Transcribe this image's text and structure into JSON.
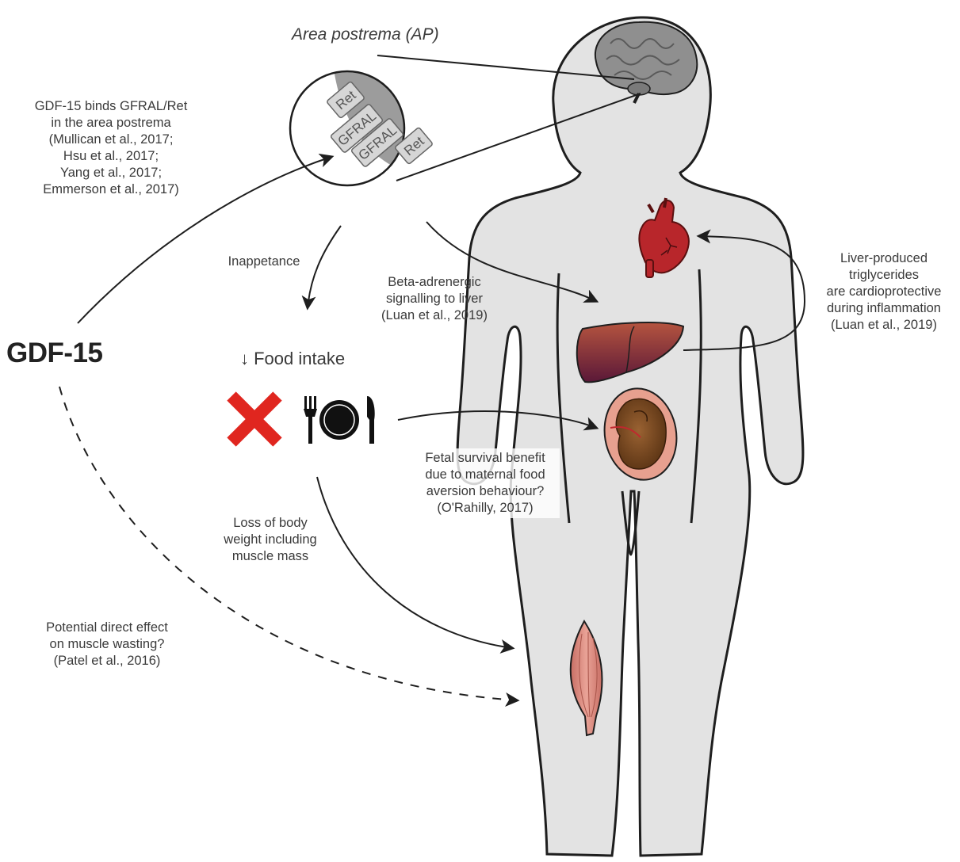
{
  "title": "GDF-15",
  "ap_title": "Area postrema (AP)",
  "receptors": {
    "ret": "Ret",
    "gfral": "GFRAL"
  },
  "labels": {
    "binding": [
      "GDF-15 binds GFRAL/Ret",
      "in the area postrema",
      "(Mullican et al., 2017;",
      "Hsu et al., 2017;",
      "Yang et al., 2017;",
      "Emmerson et al., 2017)"
    ],
    "inappetance": "Inappetance",
    "food_intake": "↓ Food intake",
    "beta": [
      "Beta-adrenergic",
      "signalling to liver",
      "(Luan et al., 2019)"
    ],
    "liver_tg": [
      "Liver-produced",
      "triglycerides",
      "are cardioprotective",
      "during inflammation",
      "(Luan et al., 2019)"
    ],
    "fetal": [
      "Fetal survival benefit",
      "due to maternal food",
      "aversion behaviour?",
      "(O'Rahilly, 2017)"
    ],
    "weight_loss": [
      "Loss of body",
      "weight including",
      "muscle mass"
    ],
    "direct_effect": [
      "Potential direct effect",
      "on muscle wasting?",
      "(Patel et al., 2016)"
    ]
  },
  "colors": {
    "body_fill": "#e3e3e3",
    "outline": "#1e1e1e",
    "heart": "#b8262b",
    "liver": "#8a2a3a",
    "fetus": "#7a4a22",
    "uterus": "#e7a08f",
    "muscle": "#d8867a",
    "cross": "#e0261f",
    "brain": "#8f8f8f"
  },
  "icons": [
    "cross-icon",
    "fork-icon",
    "plate-icon",
    "knife-icon",
    "heart-icon",
    "liver-icon",
    "fetus-icon",
    "muscle-icon",
    "brain-icon"
  ]
}
